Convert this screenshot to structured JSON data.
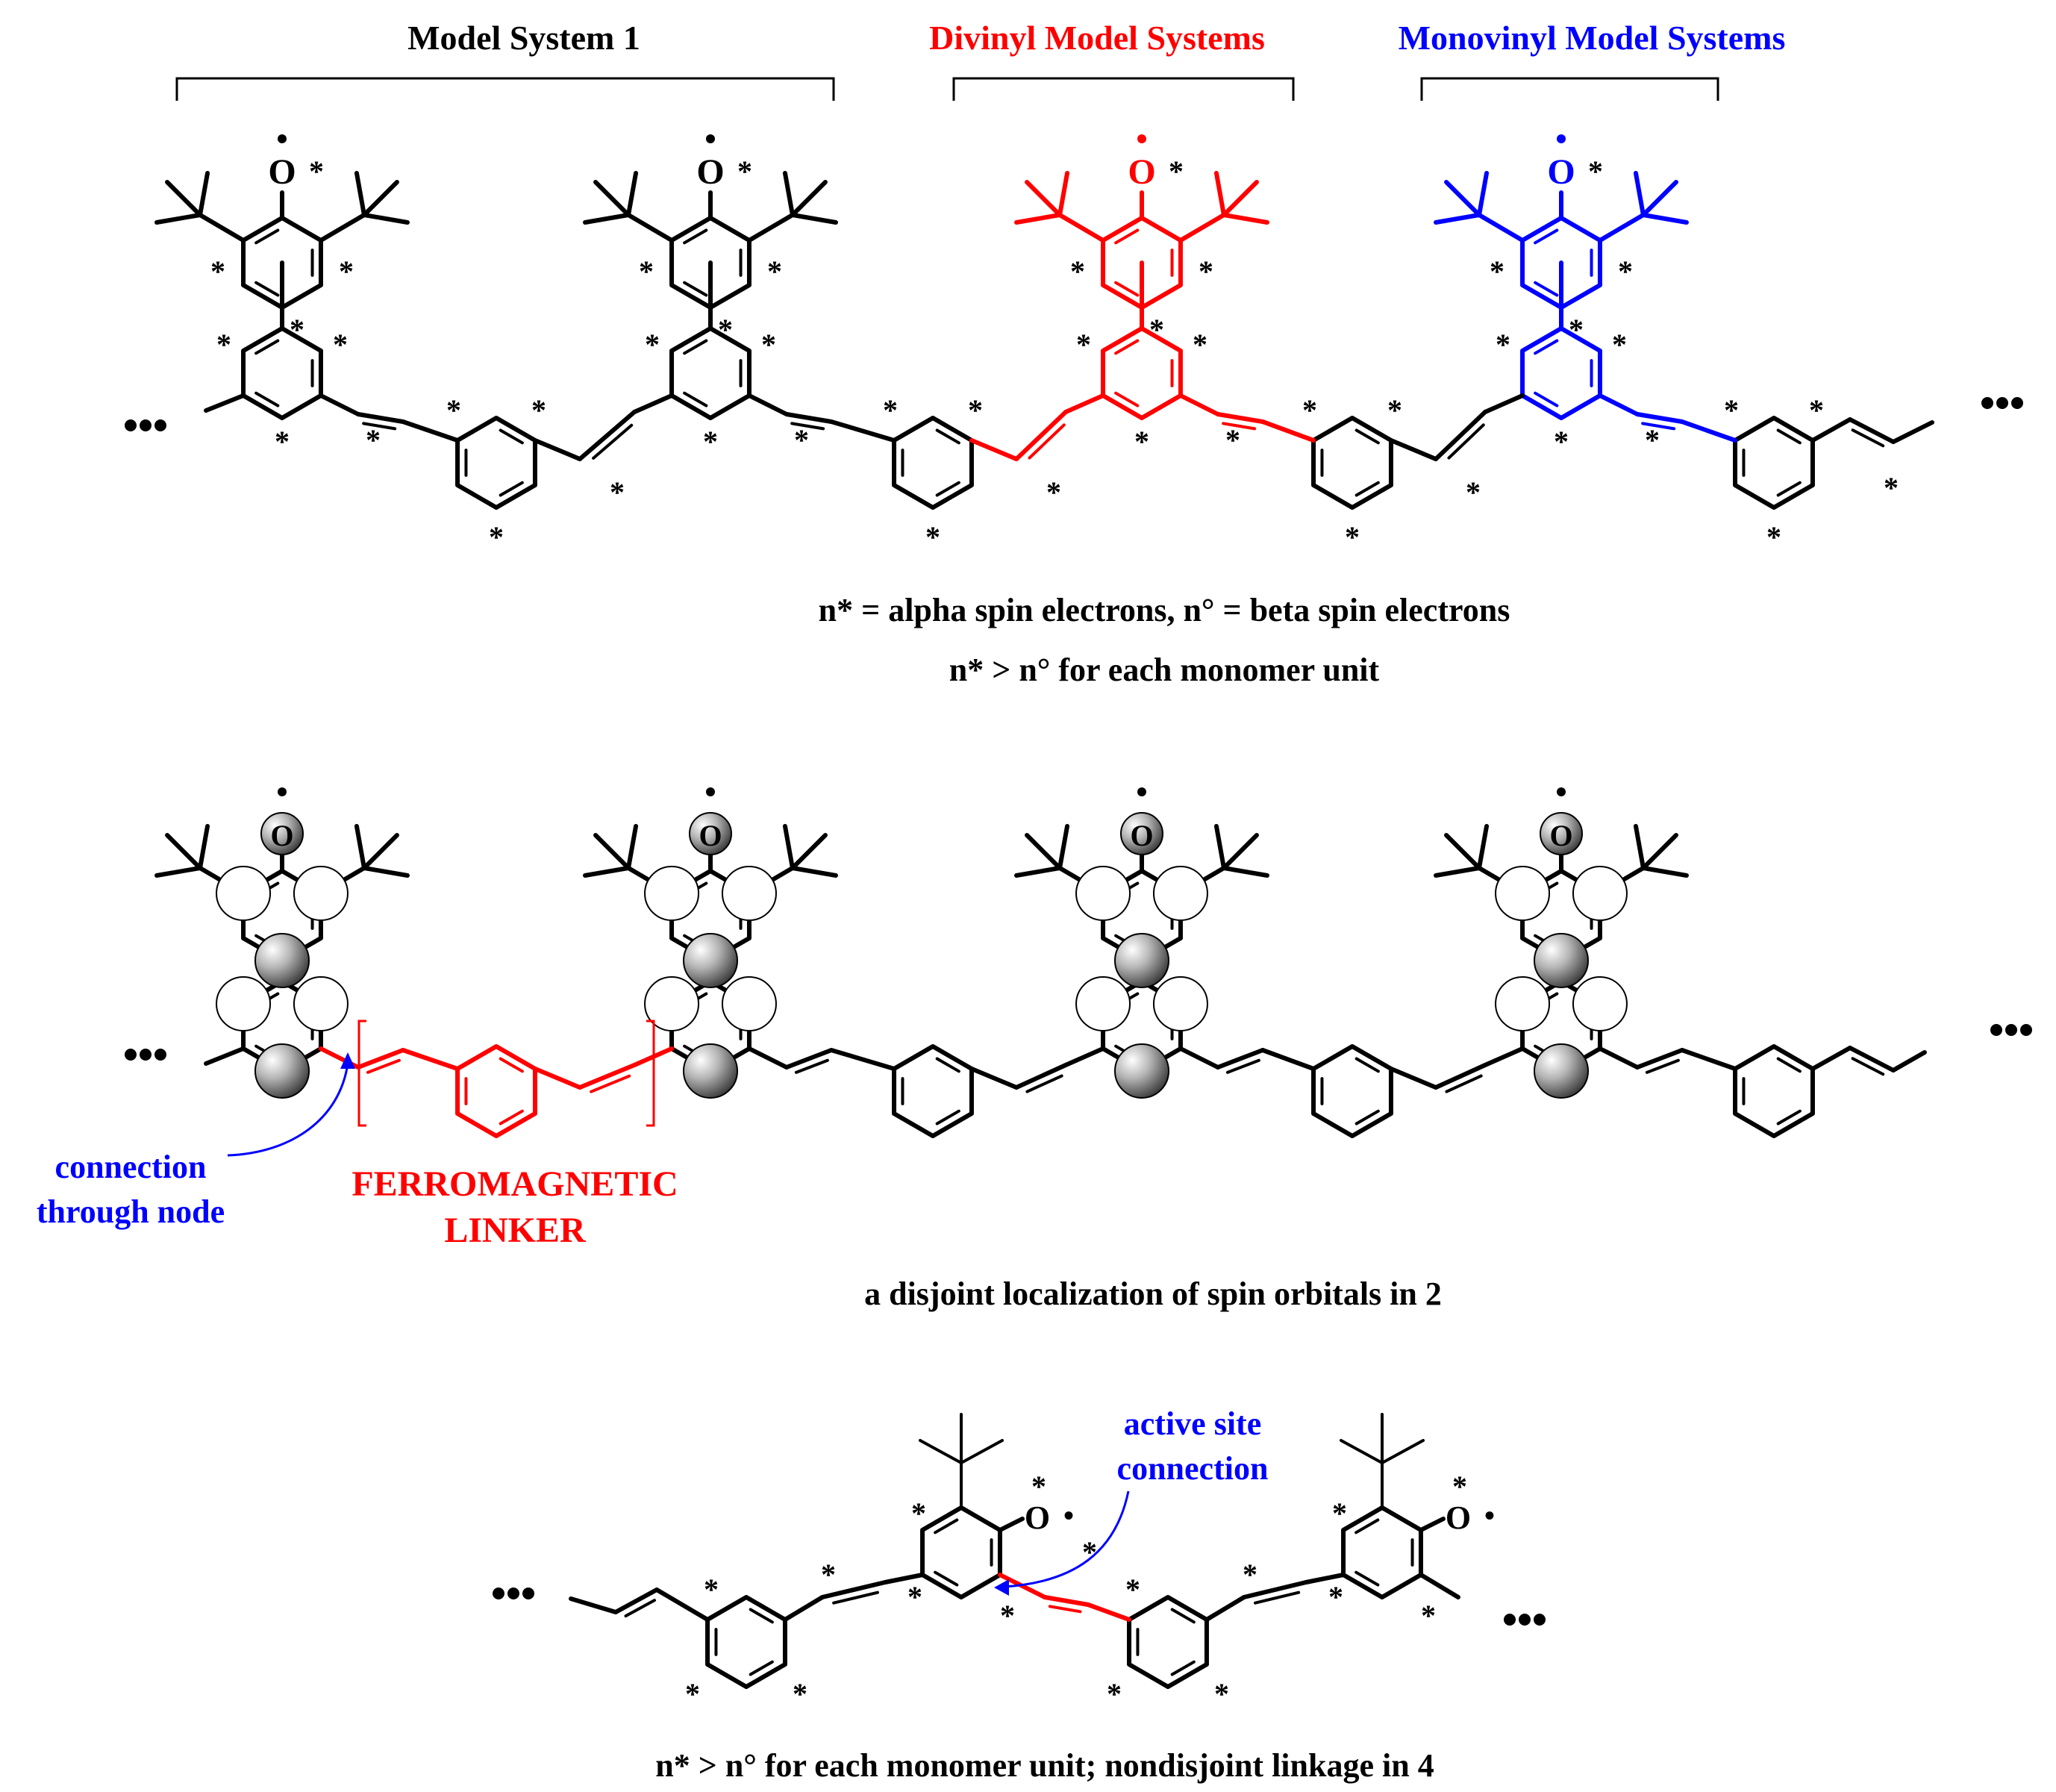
{
  "headers": {
    "model1": "Model System 1",
    "divinyl": "Divinyl Model Systems",
    "monovinyl": "Monovinyl Model Systems"
  },
  "atoms": {
    "oxygen": "O",
    "star": "*",
    "radical": "•",
    "ellipsis": "•••"
  },
  "captions": {
    "line1": "n* = alpha spin electrons, n° = beta spin electrons",
    "line2": "n* > n° for each monomer unit",
    "line3": "a disjoint localization of spin orbitals in 2",
    "line4": "n* > n° for each monomer unit;  nondisjoint linkage in 4"
  },
  "annotations": {
    "connection1": "connection",
    "connection2": "through node",
    "ferro1": "FERROMAGNETIC",
    "ferro2": "LINKER",
    "active1": "active site",
    "active2": "connection"
  },
  "colors": {
    "black": "#000000",
    "red": "#ff0000",
    "blue": "#0000ff",
    "gray": "#8c8c8c"
  }
}
